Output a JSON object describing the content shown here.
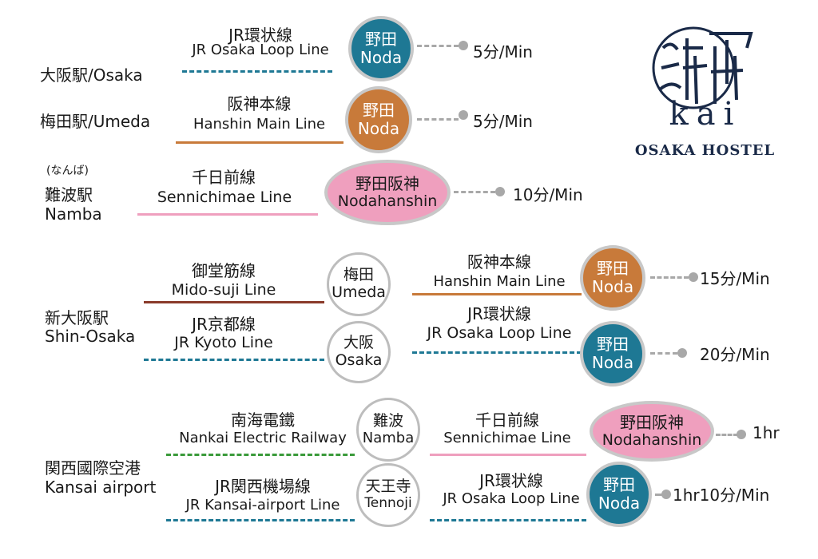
{
  "colors": {
    "blue": "#1e7894",
    "orange": "#c87a3a",
    "pink": "#ef9fbe",
    "brown": "#8a3a2a",
    "green": "#3a9a3a",
    "gray": "#a8a8a8"
  },
  "logo": {
    "mark": "kai",
    "subtitle": "OSAKA HOSTEL"
  },
  "origins": {
    "osaka": "大阪駅/Osaka",
    "umeda": "梅田駅/Umeda",
    "namba_kana": "(なんば)",
    "namba_jp": "難波駅",
    "namba_en": "Namba",
    "shin_jp": "新大阪駅",
    "shin_en": "Shin-Osaka",
    "kansai_jp": "関西國際空港",
    "kansai_en": "Kansai airport"
  },
  "lines": {
    "jr_loop_jp": "JR環状線",
    "jr_loop_en": "JR Osaka Loop Line",
    "hanshin_jp": "阪神本線",
    "hanshin_en": "Hanshin Main Line",
    "sennichimae_jp": "千日前線",
    "sennichimae_en": "Sennichimae Line",
    "midosuji_jp": "御堂筋線",
    "midosuji_en": "Mido-suji Line",
    "kyoto_jp": "JR京都線",
    "kyoto_en": "JR Kyoto Line",
    "nankai_jp": "南海電鐵",
    "nankai_en": "Nankai Electric Railway",
    "kansai_line_jp": "JR関西機場線",
    "kansai_line_en": "JR Kansai-airport Line"
  },
  "stations": {
    "noda_jp": "野田",
    "noda_en": "Noda",
    "nodahanshin_jp": "野田阪神",
    "nodahanshin_en": "Nodahanshin",
    "umeda_jp": "梅田",
    "umeda_en": "Umeda",
    "osaka_jp": "大阪",
    "osaka_en": "Osaka",
    "namba_jp": "難波",
    "namba_en": "Namba",
    "tennoji_jp": "天王寺",
    "tennoji_en": "Tennoji"
  },
  "times": {
    "r1": "5分/Min",
    "r2": "5分/Min",
    "r3": "10分/Min",
    "r4": "15分/Min",
    "r5": "20分/Min",
    "r6": "1hr",
    "r7": "1hr10分/Min"
  }
}
